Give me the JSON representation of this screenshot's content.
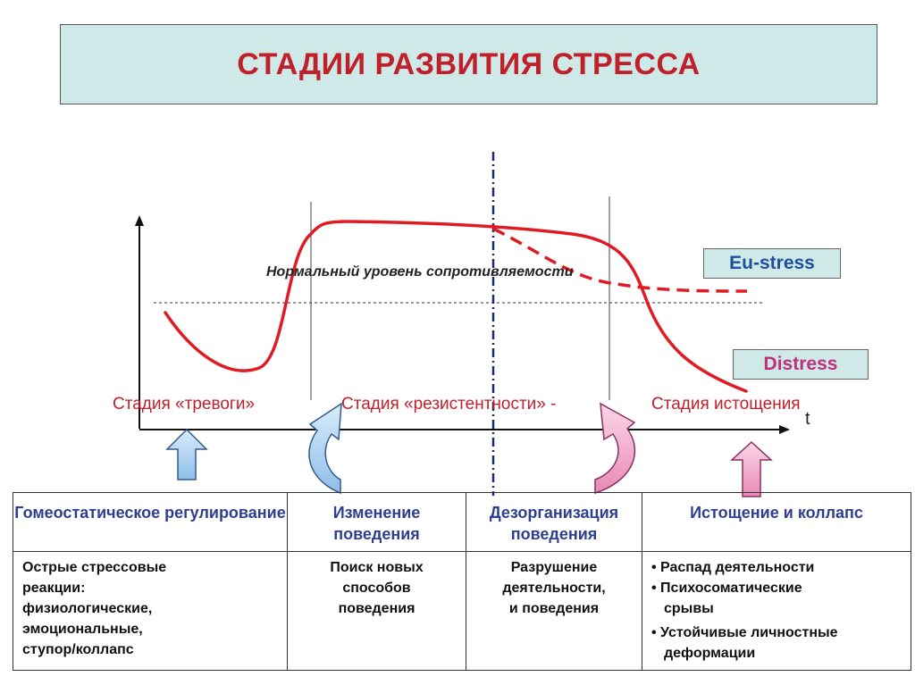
{
  "title": "СТАДИИ РАЗВИТИЯ СТРЕССА",
  "legend": {
    "eustress": "Eu-stress",
    "distress": "Distress"
  },
  "normal_level_label": "Нормальный уровень сопротивляемости",
  "axis_t_label": "t",
  "stages": {
    "alarm": "Стадия «тревоги»",
    "resistance": "Стадия «резистентности» -",
    "exhaustion": "Стадия истощения"
  },
  "colors": {
    "curve": "#e01b24",
    "title": "#c0202a",
    "header_text": "#2f3f8f",
    "title_bg": "#cfe8e8",
    "arrow_blue": "#a7cdf0",
    "arrow_pink": "#f2a6c9"
  },
  "table": {
    "headers": [
      "Гомеостатическое регулирование",
      "Изменение поведения",
      "Дезорганизация поведения",
      "Истощение и коллапс"
    ],
    "col1": [
      "Острые стрессовые",
      "реакции:",
      "физиологические,",
      "эмоциональные,",
      "ступор/коллапс"
    ],
    "col2": [
      "Поиск новых",
      "способов",
      "поведения"
    ],
    "col3": [
      "Разрушение",
      "деятельности,",
      "и поведения"
    ],
    "col4": {
      "b1": "• Распад деятельности",
      "b2": "• Психосоматические",
      "b2b": "срывы",
      "b3": "• Устойчивые личностные",
      "b3b": "деформации"
    }
  }
}
